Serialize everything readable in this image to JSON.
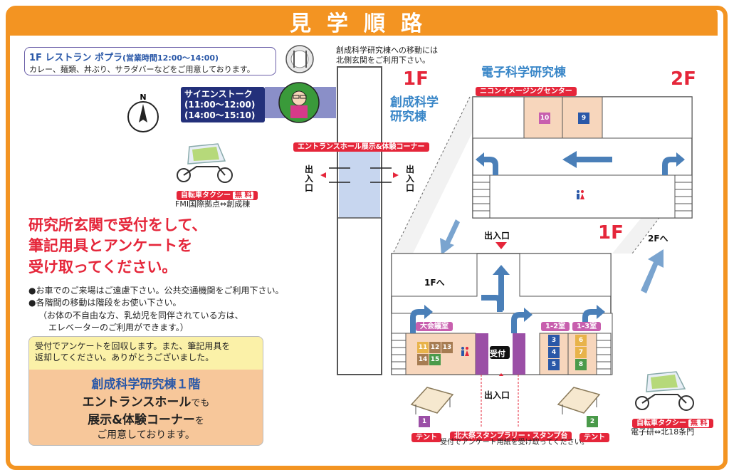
{
  "title": "見学順路",
  "restaurant": {
    "line1": "1F レストラン ポプラ",
    "hours": "(営業時間12:00〜14:00)",
    "line2": "カレー、麺類、丼ぶり、サラダバーなどをご用意しております。"
  },
  "science_talk": {
    "label": "サイエンストーク",
    "time1": "(11:00〜12:00)",
    "time2": "(14:00〜15:10)"
  },
  "north": "N",
  "taxi_left": {
    "label": "自転車タクシー",
    "free": "無 料",
    "route": "FMI国際拠点⇔創成棟"
  },
  "taxi_right": {
    "label": "自転車タクシー",
    "free": "無 料",
    "route": "電子研⇔北18条門"
  },
  "move_note": {
    "line1": "創成科学研究棟への移動には",
    "line2": "北側玄関をご利用下さい。"
  },
  "souse_building": {
    "floor": "1F",
    "name1": "創成科学",
    "name2": "研究棟",
    "entrance_hall": "エントランスホール展示&体験コーナー",
    "door_left": "出入口",
    "door_right": "出入口"
  },
  "denshi_building": {
    "name": "電子科学研究棟",
    "nikon": "ニコンイメージングセンター",
    "floor2": "2F",
    "floor1": "1F",
    "to_2f": "2Fへ",
    "to_1f": "1Fへ"
  },
  "rooms": {
    "daikaigi": "大会議室",
    "r12": "1-2室",
    "r13": "1-3室",
    "reception": "受付",
    "entrance_top": "出入口",
    "entrance_bottom": "出入口",
    "nums": [
      "11",
      "12",
      "13",
      "14",
      "15",
      "3",
      "4",
      "5",
      "6",
      "7",
      "8",
      "9",
      "10"
    ]
  },
  "instructions": {
    "line1": "研究所玄関で受付をして、",
    "line2": "筆記用具とアンケートを",
    "line3": "受け取ってください。"
  },
  "notes": [
    "●お車でのご来場はご遠慮下さい。公共交通機関をご利用下さい。",
    "●各階間の移動は階段をお使い下さい。",
    "（お体の不自由な方、乳幼児を同伴されている方は、",
    "エレベーターのご利用ができます。）"
  ],
  "notice": {
    "top1": "受付でアンケートを回収します。また、筆記用具を",
    "top2": "返却してください。ありがとうございました。",
    "b1": "創成科学研究棟１階",
    "b2a": "エントランスホール",
    "b2b": "でも",
    "b3a": "展示&体験コーナー",
    "b3b": "を",
    "b4": "ご用意しております。"
  },
  "tents": {
    "t1num": "1",
    "t1": "テント",
    "t2num": "2",
    "t2": "テント"
  },
  "stamp": {
    "label": "北大祭スタンプラリー・スタンプ台",
    "note": "受付でアンケート用紙を受け取ってください。"
  },
  "colors": {
    "orange": "#f39422",
    "red": "#e5263a",
    "navy": "#23307a",
    "blue": "#3a87c8"
  }
}
